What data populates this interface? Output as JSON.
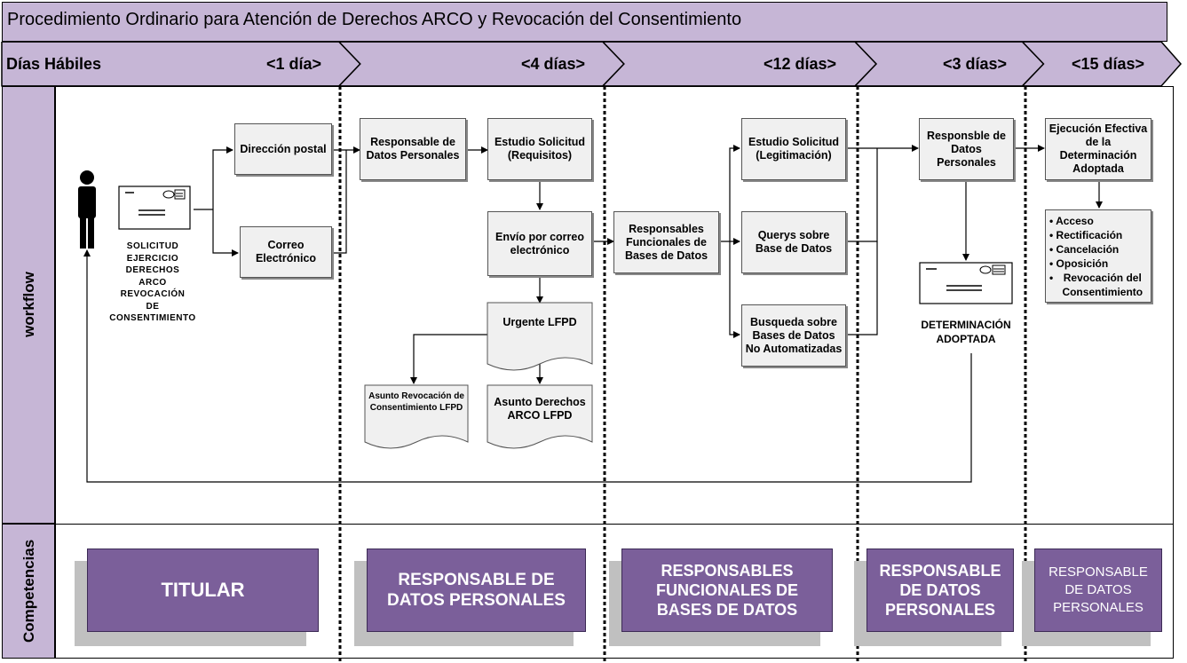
{
  "title": "Procedimiento Ordinario para Atención de Derechos ARCO y Revocación del Consentimiento",
  "days_header": {
    "label": "Días Hábiles",
    "phases": [
      "<1 día>",
      "<4 días>",
      "<12 días>",
      "<3 días>",
      "<15 días>"
    ]
  },
  "lanes": {
    "workflow": "workflow",
    "competencias": "Competencias"
  },
  "workflow": {
    "solicitud_label": "SOLICITUD\nEJERCICIO\nDERECHOS\nARCO\nREVOCACIÓN\nDE\nCONSENTIMIENTO",
    "direccion_postal": "Dirección postal",
    "correo_electronico": "Correo Electrónico",
    "responsable_datos_1": "Responsable de Datos Personales",
    "estudio_requisitos": "Estudio Solicitud (Requisitos)",
    "envio_correo": "Envío por correo electrónico",
    "urgente": "Urgente LFPD",
    "asunto_revocacion": "Asunto Revocación de Consentimiento LFPD",
    "asunto_arco": "Asunto Derechos ARCO LFPD",
    "responsables_funcionales": "Responsables Funcionales de Bases de Datos",
    "estudio_legitimacion": "Estudio Solicitud (Legitimación)",
    "querys": "Querys sobre Base de Datos",
    "busqueda": "Busqueda sobre Bases de Datos No Automatizadas",
    "responsable_datos_2": "Responsble de Datos Personales",
    "determinacion": "DETERMINACIÓN ADOPTADA",
    "ejecucion": "Ejecución Efectiva de la Determinación Adoptada",
    "derechos_list": [
      "Acceso",
      "Rectificación",
      "Cancelación",
      "Oposición",
      "Revocación del Consentimiento"
    ]
  },
  "competencias": [
    "TITULAR",
    "RESPONSABLE DE DATOS PERSONALES",
    "RESPONSABLES FUNCIONALES DE BASES DE DATOS",
    "RESPONSABLE DE DATOS PERSONALES",
    "RESPONSABLE DE DATOS PERSONALES"
  ],
  "colors": {
    "lane": "#c6b6d6",
    "role": "#7b5f9a",
    "box": "#f0f0f0"
  }
}
